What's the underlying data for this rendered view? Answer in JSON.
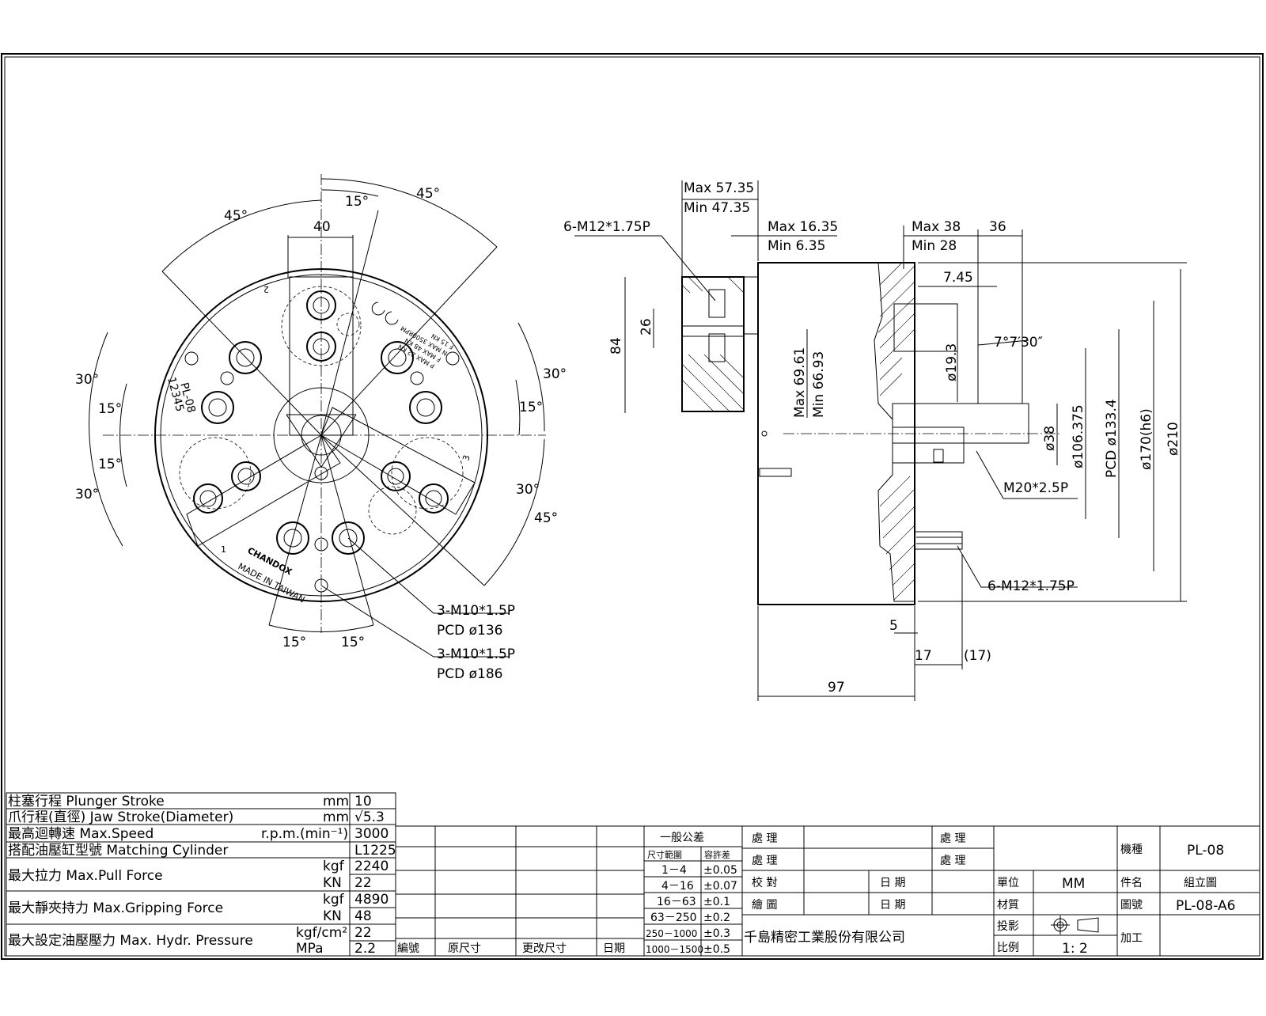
{
  "front_view": {
    "angle_45_top_left": "45°",
    "angle_45_top_right": "45°",
    "angle_15_top": "15°",
    "width_40": "40",
    "angle_30_left_top": "30°",
    "angle_15_left_top": "15°",
    "angle_15_left_bottom": "15°",
    "angle_30_left_bottom": "30°",
    "angle_30_right_top": "30°",
    "angle_15_right": "15°",
    "angle_30_right_bottom": "30°",
    "angle_45_right_bottom": "45°",
    "angle_15_bottom_left": "15°",
    "angle_15_bottom_right": "15°",
    "hole_callout_1_thread": "3-M10*1.5P",
    "hole_callout_1_pcd": "PCD ø136",
    "hole_callout_2_thread": "3-M10*1.5P",
    "hole_callout_2_pcd": "PCD ø186",
    "model_engraving": "PL-08",
    "serial_engraving": "12345",
    "brand_engraving": "CHANDOX",
    "origin_engraving": "MADE IN TAIWAN",
    "jaw_number_1": "1",
    "jaw_number_2": "2",
    "jaw_number_3": "3",
    "spec_engraving_1": "N MAX 3500RPM",
    "spec_engraving_2": "F MAX 48 KN",
    "spec_engraving_3": "P MAX 22 KN",
    "spec_engraving_4": "F 15 KN"
  },
  "side_view": {
    "tap_left": "6-M12*1.75P",
    "max_57_35": "Max 57.35",
    "min_47_35": "Min 47.35",
    "max_16_35": "Max 16.35",
    "min_6_35": "Min 6.35",
    "max_38": "Max 38",
    "min_28": "Min 28",
    "dim_36": "36",
    "dim_7_45": "7.45",
    "taper_angle": "7°7′30″",
    "dia_19_3": "ø19.3",
    "dim_84": "84",
    "dim_26": "26",
    "max_69_61": "Max 69.61",
    "min_66_93": "Min 66.93",
    "dia_38": "ø38",
    "dia_106_375": "ø106.375",
    "pcd_133_4": "PCD ø133.4",
    "dia_170": "ø170(h6)",
    "dia_210": "ø210",
    "thread_m20": "M20*2.5P",
    "tap_right": "6-M12*1.75P",
    "dim_5": "5",
    "dim_17": "17",
    "dim_17_ref": "(17)",
    "dim_97": "97"
  },
  "spec_table": {
    "rows": [
      {
        "label": "柱塞行程 Plunger Stroke",
        "unit": "mm",
        "value": "10"
      },
      {
        "label": "爪行程(直徑) Jaw Stroke(Diameter)",
        "unit": "mm",
        "value": "√5.3"
      },
      {
        "label": "最高迴轉速 Max.Speed",
        "unit": "r.p.m.(min⁻¹)",
        "value": "3000"
      },
      {
        "label": "搭配油壓缸型號 Matching Cylinder",
        "unit": "",
        "value": "L1225"
      },
      {
        "label": "最大拉力 Max.Pull Force",
        "unit": "kgf",
        "value": "2240",
        "unit2": "KN",
        "value2": "22"
      },
      {
        "label": "最大靜夾持力 Max.Gripping Force",
        "unit": "kgf",
        "value": "4890",
        "unit2": "KN",
        "value2": "48"
      },
      {
        "label": "最大設定油壓壓力 Max. Hydr. Pressure",
        "unit": "kgf/cm²",
        "value": "22",
        "unit2": "MPa",
        "value2": "2.2"
      }
    ]
  },
  "revision_block": {
    "col_number": "編號",
    "col_original": "原尺寸",
    "col_changed": "更改尺寸",
    "col_date": "日期"
  },
  "tolerance_table": {
    "title": "一般公差",
    "col_range": "尺寸範圍",
    "col_tolerance": "容許差",
    "rows": [
      {
        "range": "1－4",
        "tol": "±0.05"
      },
      {
        "range": "4－16",
        "tol": "±0.07"
      },
      {
        "range": "16－63",
        "tol": "±0.1"
      },
      {
        "range": "63－250",
        "tol": "±0.2"
      },
      {
        "range": "250－1000",
        "tol": "±0.3"
      },
      {
        "range": "1000－1500",
        "tol": "±0.5"
      }
    ]
  },
  "approval_block": {
    "handle_1": "處 理",
    "handle_2": "處 理",
    "handle_3": "處 理",
    "handle_4": "處 理",
    "check": "校 對",
    "draw": "繪 圖",
    "date_1": "日 期",
    "date_2": "日 期",
    "company": "千島精密工業股份有限公司"
  },
  "title_block": {
    "unit_label": "單位",
    "unit_value": "MM",
    "material_label": "材質",
    "projection_label": "投影",
    "scale_label": "比例",
    "scale_value": "1: 2",
    "machine_label": "機種",
    "machine_value": "PL-08",
    "part_label": "件名",
    "part_value": "組立圖",
    "drawing_no_label": "圖號",
    "drawing_no_value": "PL-08-A6",
    "process_label": "加工"
  }
}
